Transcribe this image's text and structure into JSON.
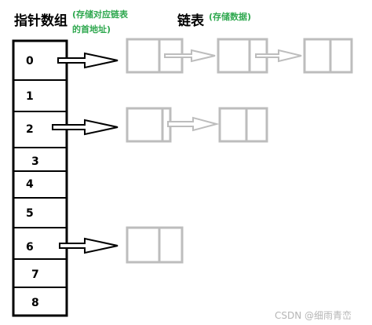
{
  "array": {
    "title": "指针数组",
    "note_line1": "(存储对应链表",
    "note_line2": "的首地址)",
    "indices": [
      "0",
      "1",
      "2",
      "3",
      "4",
      "5",
      "6",
      "7",
      "8"
    ]
  },
  "lists": {
    "title": "链表",
    "note": "(存储数据)"
  },
  "watermark": "CSDN @细雨青峦",
  "colors": {
    "note": "#2fa84f",
    "array_border": "#000000",
    "node_border": "#bdbdbd",
    "arrow_black": "#000000",
    "arrow_gray": "#bdbdbd"
  }
}
